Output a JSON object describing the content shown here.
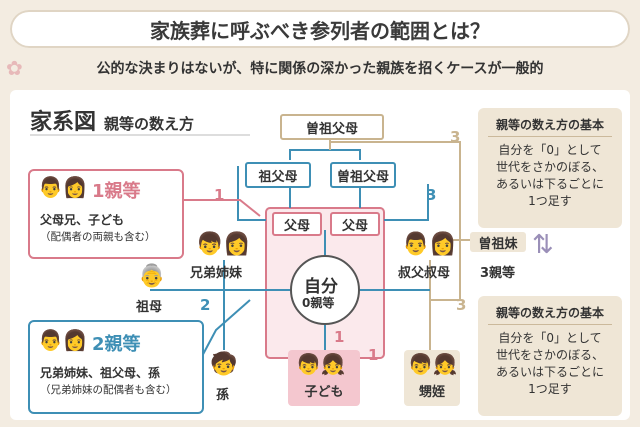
{
  "title": "家族葬に呼ぶべき参列者の範囲とは？",
  "subtitle": "公的な決まりはないが、特に関係の深かった親族を招くケースが一般的",
  "header": {
    "main": "家系図",
    "sub": "親等の数え方"
  },
  "nodes": {
    "great_grandparents": "曽祖父母",
    "grandparents": "祖父母",
    "great_grandparents_2": "曽祖父母",
    "parent_left": "父母",
    "parent_right": "父母",
    "siblings": "兄弟姉妹",
    "self": "自分",
    "self_degree": "0親等",
    "uncle_aunt": "叔父叔母",
    "great_uncle": "曽祖妹",
    "great_uncle_degree": "3親等",
    "grandmother": "祖母",
    "grandchild": "孫",
    "children": "子ども",
    "nephew_niece": "甥姪"
  },
  "numbers": {
    "n1a": "1",
    "n1b": "1",
    "n1c": "1",
    "n2": "2",
    "n3a": "3",
    "n3b": "3",
    "n3c": "3"
  },
  "legend1": {
    "title": "1親等",
    "line1": "父母兄、子ども",
    "line2": "（配偶者の両親も含む）"
  },
  "legend2": {
    "title": "2親等",
    "line1": "兄弟姉妹、祖父母、孫",
    "line2": "（兄弟姉妹の配偶者も含む）"
  },
  "info_top": {
    "heading": "親等の数え方の基本",
    "line1": "自分を「0」として",
    "line2": "世代をさかのぼる、",
    "line3": "あるいは下るごとに",
    "line4": "1つ足す"
  },
  "info_bottom": {
    "heading": "親等の数え方の基本",
    "line1": "自分を「0」として",
    "line2": "世代をさかのぼる、",
    "line3": "あるいは下るごとに",
    "line4": "1つ足す"
  },
  "colors": {
    "pink": "#d97a8a",
    "blue": "#3e8fb5",
    "tan": "#c9b48f",
    "cream": "#efe6d6"
  }
}
